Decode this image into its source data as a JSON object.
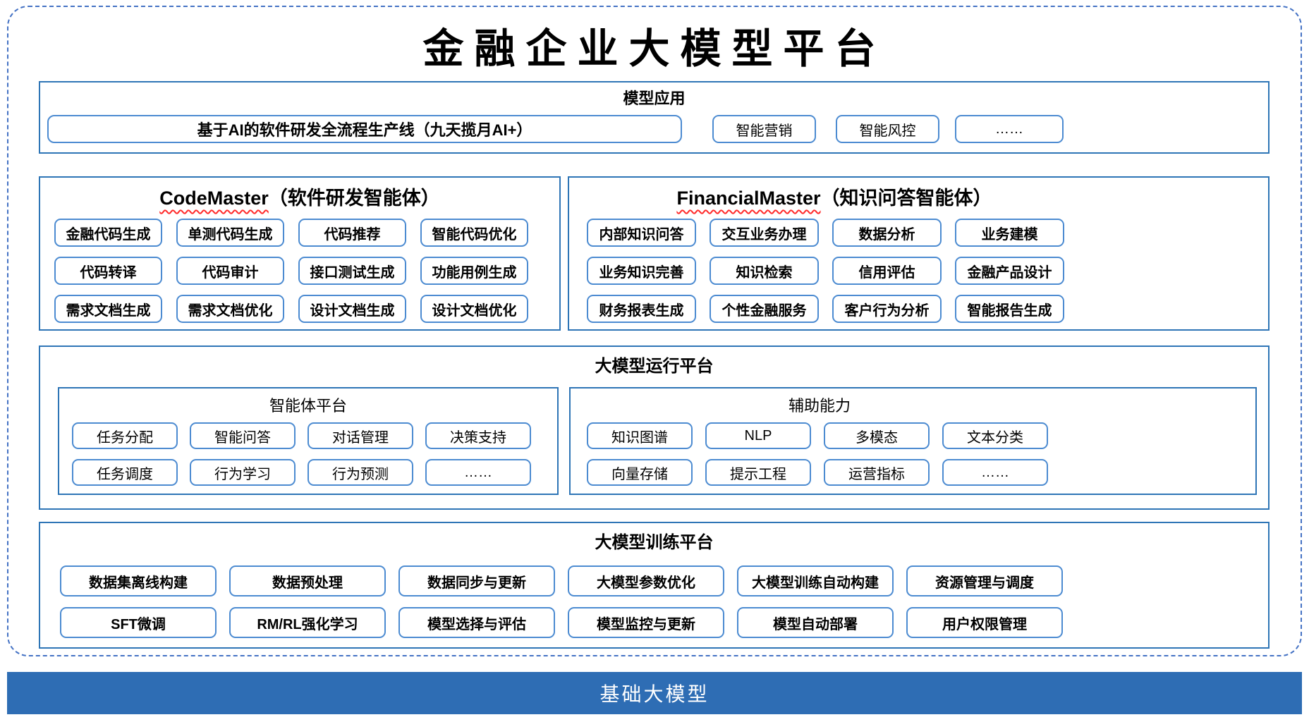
{
  "title": "金融企业大模型平台",
  "colors": {
    "section_border": "#2E75B6",
    "item_border": "#4C8BD1",
    "outer_dashed_border": "#4472C4",
    "foundation_bar_bg": "#2E6DB4",
    "spellcheck_underline": "#FF2A2A",
    "text": "#000000"
  },
  "model_app": {
    "header": "模型应用",
    "main_item": "基于AI的软件研发全流程生产线（九天揽月AI+）",
    "items": [
      "智能营销",
      "智能风控",
      "……"
    ]
  },
  "code_master": {
    "title_en": "CodeMaster",
    "title_zh": "（软件研发智能体）",
    "items": [
      "金融代码生成",
      "单测代码生成",
      "代码推荐",
      "智能代码优化",
      "代码转译",
      "代码审计",
      "接口测试生成",
      "功能用例生成",
      "需求文档生成",
      "需求文档优化",
      "设计文档生成",
      "设计文档优化"
    ]
  },
  "financial_master": {
    "title_en": "FinancialMaster",
    "title_zh": "（知识问答智能体）",
    "items": [
      "内部知识问答",
      "交互业务办理",
      "数据分析",
      "业务建模",
      "业务知识完善",
      "知识检索",
      "信用评估",
      "金融产品设计",
      "财务报表生成",
      "个性金融服务",
      "客户行为分析",
      "智能报告生成"
    ]
  },
  "runtime": {
    "header": "大模型运行平台",
    "agent_platform": {
      "title": "智能体平台",
      "items": [
        "任务分配",
        "智能问答",
        "对话管理",
        "决策支持",
        "任务调度",
        "行为学习",
        "行为预测",
        "……"
      ]
    },
    "auxiliary": {
      "title": "辅助能力",
      "items": [
        "知识图谱",
        "NLP",
        "多模态",
        "文本分类",
        "向量存储",
        "提示工程",
        "运营指标",
        "……"
      ]
    }
  },
  "training": {
    "header": "大模型训练平台",
    "items": [
      "数据集离线构建",
      "数据预处理",
      "数据同步与更新",
      "大模型参数优化",
      "大模型训练自动构建",
      "资源管理与调度",
      "SFT微调",
      "RM/RL强化学习",
      "模型选择与评估",
      "模型监控与更新",
      "模型自动部署",
      "用户权限管理"
    ]
  },
  "foundation": {
    "label": "基础大模型"
  }
}
